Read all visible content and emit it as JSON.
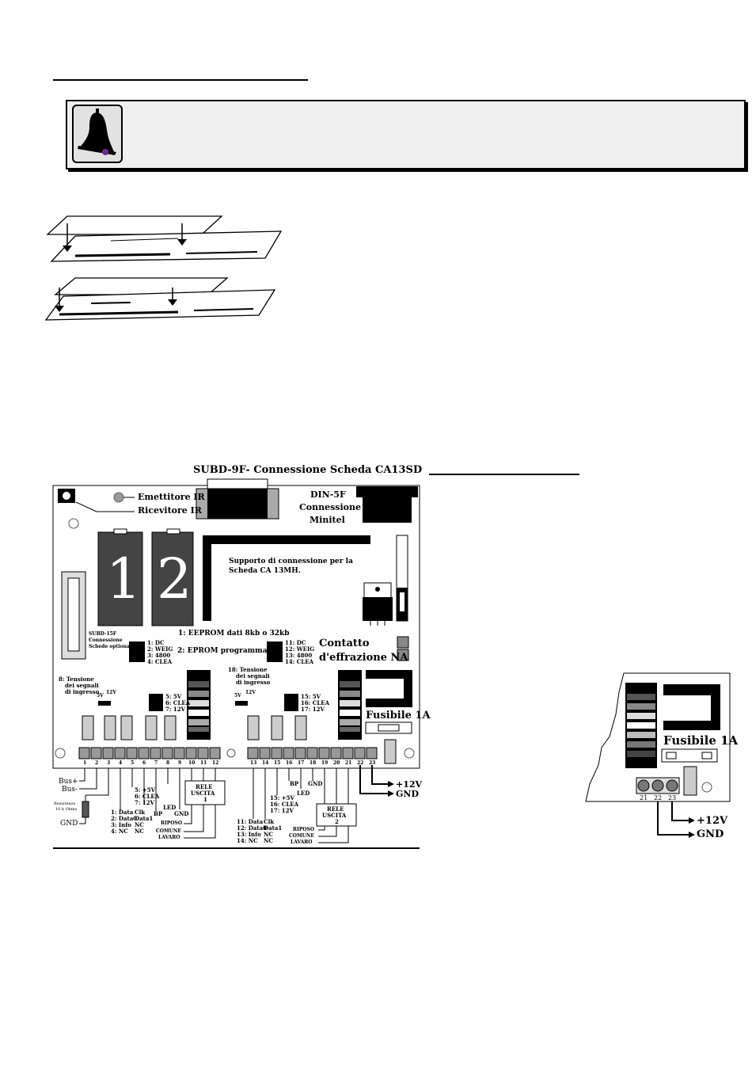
{
  "board": {
    "subd9f_title": "SUBD-9F- Connessione Scheda CA13SD",
    "ir_emitter": "Emettitore IR",
    "ir_receiver": "Ricevitore IR",
    "din5f": "DIN-5F",
    "din5f_conn": "Connessione",
    "din5f_minitel": "Minitel",
    "chip1": "1",
    "chip2": "2",
    "support_line1": "Supporto di connessione per la",
    "support_line2": "Scheda CA 13MH.",
    "subd15f_l1": "SUBD-15F",
    "subd15f_l2": "Connessione",
    "subd15f_l3": "Schede optional",
    "eeprom": "1: EEPROM dati 8kb o 32kb",
    "eprom": "2: EPROM programma",
    "jumpers_left": [
      "1: DC",
      "2: WEIG",
      "3: 4800",
      "4: CLEA"
    ],
    "jumpers_right": [
      "11: DC",
      "12: WEIG",
      "13: 4800",
      "14: CLEA"
    ],
    "contatto_l1": "Contatto",
    "contatto_l2": "d'effrazione NA",
    "tension8_l1": "8: Tensione",
    "tension8_l2": "dei segnali",
    "tension8_l3": "di ingresso",
    "tension18_l1": "18: Tensione",
    "tension18_l2": "dei segnali",
    "tension18_l3": "di ingresso",
    "v5": "5V",
    "v12": "12V",
    "jp_5_7": [
      "5: 5V",
      "6: CLEA",
      "7: 12V"
    ],
    "jp_15_17": [
      "15: 5V",
      "16: CLEA",
      "17: 12V"
    ],
    "fuse": "Fusibile 1A",
    "terminals_left": [
      "1",
      "2",
      "3",
      "4",
      "5",
      "6",
      "7",
      "8",
      "9",
      "10",
      "11",
      "12"
    ],
    "terminals_right": [
      "13",
      "14",
      "15",
      "16",
      "17",
      "18",
      "19",
      "20",
      "21",
      "22",
      "23"
    ],
    "bus_plus": "Bus+",
    "bus_minus": "Bus-",
    "resistance_l1": "Resistenza",
    "resistance_l2": "10 k Ohms",
    "gnd": "GND",
    "plus12v": "+12V",
    "left_list_a": [
      "1: Data",
      "2: Data0",
      "3: Info",
      "4: NC"
    ],
    "left_list_b": [
      "Clk",
      "Data1",
      "NC",
      "NC"
    ],
    "left_list_c": [
      "5: +5V",
      "6: CLEA",
      "7: 12V"
    ],
    "bp": "BP",
    "led": "LED",
    "rele1_l1": "RELE",
    "rele1_l2": "USCITA",
    "rele1_l3": "1",
    "rele2_l1": "RELE",
    "rele2_l2": "USCITA",
    "rele2_l3": "2",
    "riposo": "RIPOSO",
    "comune": "COMUNE",
    "lavaro": "LAVARO",
    "right_list_a": [
      "11: Data",
      "12: Data0",
      "13: Info",
      "14: NC"
    ],
    "right_list_b": [
      "Clk",
      "Data1",
      "NC",
      "NC"
    ],
    "right_list_c": [
      "15: +5V",
      "16: CLEA",
      "17: 12V"
    ]
  },
  "detail": {
    "fuse": "Fusibile 1A",
    "terminals": [
      "21",
      "22",
      "23"
    ],
    "plus12v": "+12V",
    "gnd": "GND"
  }
}
